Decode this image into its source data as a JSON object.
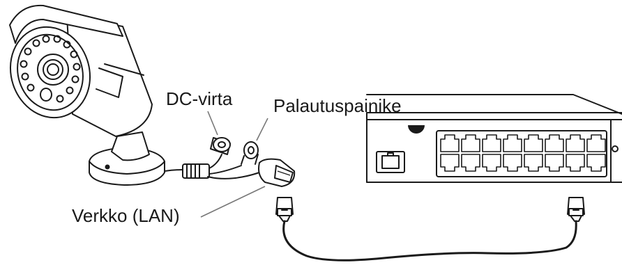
{
  "labels": {
    "dc_power": "DC-virta",
    "reset_button": "Palautuspainike",
    "network": "Verkko (LAN)"
  },
  "colors": {
    "line": "#1a1a1a",
    "leader_line": "#777777",
    "background": "#ffffff"
  },
  "icons": [
    "security-camera-icon",
    "network-switch-icon",
    "ethernet-connector-icon",
    "ethernet-cable-icon"
  ]
}
